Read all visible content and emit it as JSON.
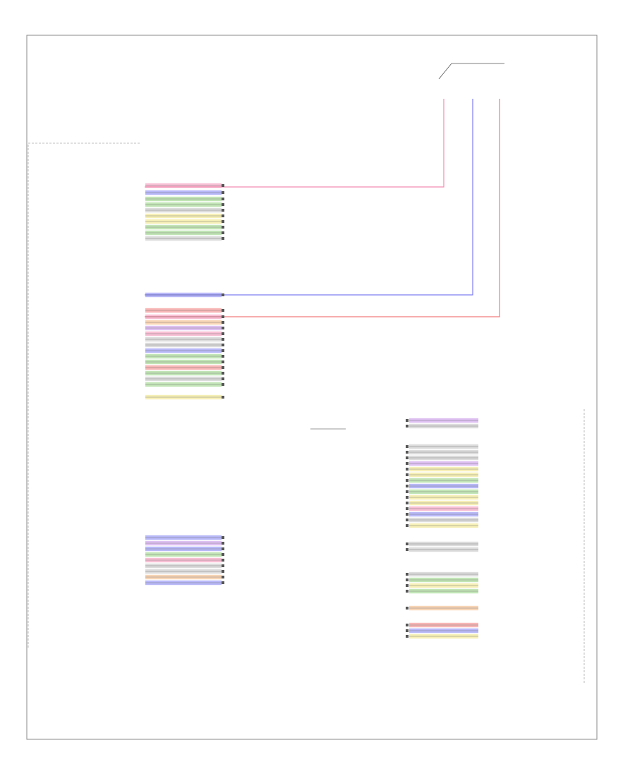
{
  "diagram": {
    "frame_label": "",
    "border_color": "#888888"
  },
  "switch": {
    "label": "",
    "sublabel": "",
    "terminal_labels": [
      "",
      "",
      ""
    ]
  },
  "left_module": {
    "label": "",
    "connector_a_label": "",
    "connector_b_label": "",
    "pins": [
      "",
      "",
      "",
      "",
      "",
      "",
      "",
      "",
      "",
      "",
      "",
      "",
      "",
      "",
      "",
      "",
      "",
      "",
      "",
      "",
      "",
      "",
      "",
      "",
      "",
      "",
      "",
      "",
      "",
      "",
      "",
      "",
      "",
      "",
      "",
      "",
      "",
      "",
      "",
      "",
      "",
      "",
      "",
      "",
      "",
      ""
    ]
  },
  "right_module": {
    "label": "",
    "connector_label": "",
    "left_stub_label": "",
    "left_stub_sub": ""
  },
  "colors": {
    "pink": "#f28bb0",
    "blue": "#7d7df2",
    "red": "#f27a7a",
    "green": "#8fd07a",
    "yellow": "#efe27a",
    "violet": "#c38de8",
    "orange": "#f2b27a",
    "gray": "#bfbfbf"
  },
  "left_wires": [
    {
      "color": "pink",
      "left": "",
      "code": "",
      "right": ""
    },
    {
      "color": "blue",
      "left": "",
      "code": "",
      "right": ""
    },
    {
      "color": "green",
      "left": "",
      "code": "",
      "right": ""
    },
    {
      "color": "green",
      "left": "",
      "code": "",
      "right": ""
    },
    {
      "color": "gray",
      "left": "",
      "code": "",
      "right": ""
    },
    {
      "color": "yellow",
      "left": "",
      "code": "",
      "right": ""
    },
    {
      "color": "yellow",
      "left": "",
      "code": "",
      "right": ""
    },
    {
      "color": "green",
      "left": "",
      "code": "",
      "right": ""
    },
    {
      "color": "green",
      "left": "",
      "code": "",
      "right": ""
    },
    {
      "color": "gray",
      "left": "",
      "code": "",
      "right": ""
    },
    {
      "color": "blue",
      "left": "",
      "code": "",
      "right": ""
    },
    {
      "color": "red",
      "left": "",
      "code": "",
      "right": ""
    },
    {
      "color": "pink",
      "left": "",
      "code": "",
      "right": ""
    },
    {
      "color": "orange",
      "left": "",
      "code": "",
      "right": ""
    },
    {
      "color": "violet",
      "left": "",
      "code": "",
      "right": ""
    },
    {
      "color": "pink",
      "left": "",
      "code": "",
      "right": ""
    },
    {
      "color": "gray",
      "left": "",
      "code": "",
      "right": ""
    },
    {
      "color": "gray",
      "left": "",
      "code": "",
      "right": ""
    },
    {
      "color": "blue",
      "left": "",
      "code": "",
      "right": ""
    },
    {
      "color": "green",
      "left": "",
      "code": "",
      "right": ""
    },
    {
      "color": "green",
      "left": "",
      "code": "",
      "right": ""
    },
    {
      "color": "red",
      "left": "",
      "code": "",
      "right": ""
    },
    {
      "color": "green",
      "left": "",
      "code": "",
      "right": ""
    },
    {
      "color": "gray",
      "left": "",
      "code": "",
      "right": ""
    },
    {
      "color": "green",
      "left": "",
      "code": "",
      "right": ""
    },
    {
      "color": "yellow",
      "left": "",
      "code": "",
      "right": ""
    },
    {
      "color": "blue",
      "left": "",
      "code": "",
      "right": ""
    },
    {
      "color": "violet",
      "left": "",
      "code": "",
      "right": ""
    },
    {
      "color": "blue",
      "left": "",
      "code": "",
      "right": ""
    },
    {
      "color": "green",
      "left": "",
      "code": "",
      "right": ""
    },
    {
      "color": "pink",
      "left": "",
      "code": "",
      "right": ""
    },
    {
      "color": "gray",
      "left": "",
      "code": "",
      "right": ""
    },
    {
      "color": "gray",
      "left": "",
      "code": "",
      "right": ""
    },
    {
      "color": "orange",
      "left": "",
      "code": "",
      "right": ""
    },
    {
      "color": "blue",
      "left": "",
      "code": "",
      "right": ""
    }
  ],
  "right_wires": [
    {
      "color": "violet",
      "left": "",
      "code": "",
      "right": ""
    },
    {
      "color": "gray",
      "left": "",
      "code": "",
      "right": ""
    },
    {
      "color": "gray",
      "left": "",
      "code": "",
      "right": ""
    },
    {
      "color": "gray",
      "left": "",
      "code": "",
      "right": ""
    },
    {
      "color": "gray",
      "left": "",
      "code": "",
      "right": ""
    },
    {
      "color": "violet",
      "left": "",
      "code": "",
      "right": ""
    },
    {
      "color": "yellow",
      "left": "",
      "code": "",
      "right": ""
    },
    {
      "color": "yellow",
      "left": "",
      "code": "",
      "right": ""
    },
    {
      "color": "green",
      "left": "",
      "code": "",
      "right": ""
    },
    {
      "color": "blue",
      "left": "",
      "code": "",
      "right": ""
    },
    {
      "color": "green",
      "left": "",
      "code": "",
      "right": ""
    },
    {
      "color": "yellow",
      "left": "",
      "code": "",
      "right": ""
    },
    {
      "color": "yellow",
      "left": "",
      "code": "",
      "right": ""
    },
    {
      "color": "pink",
      "left": "",
      "code": "",
      "right": ""
    },
    {
      "color": "blue",
      "left": "",
      "code": "",
      "right": ""
    },
    {
      "color": "gray",
      "left": "",
      "code": "",
      "right": ""
    },
    {
      "color": "yellow",
      "left": "",
      "code": "",
      "right": ""
    },
    {
      "color": "gray",
      "left": "",
      "code": "",
      "right": ""
    },
    {
      "color": "gray",
      "left": "",
      "code": "",
      "right": ""
    },
    {
      "color": "gray",
      "left": "",
      "code": "",
      "right": ""
    },
    {
      "color": "green",
      "left": "",
      "code": "",
      "right": ""
    },
    {
      "color": "yellow",
      "left": "",
      "code": "",
      "right": ""
    },
    {
      "color": "green",
      "left": "",
      "code": "",
      "right": ""
    },
    {
      "color": "orange",
      "left": "",
      "code": "",
      "right": ""
    },
    {
      "color": "red",
      "left": "",
      "code": "",
      "right": ""
    },
    {
      "color": "blue",
      "left": "",
      "code": "",
      "right": ""
    },
    {
      "color": "yellow",
      "left": "",
      "code": "",
      "right": ""
    }
  ]
}
